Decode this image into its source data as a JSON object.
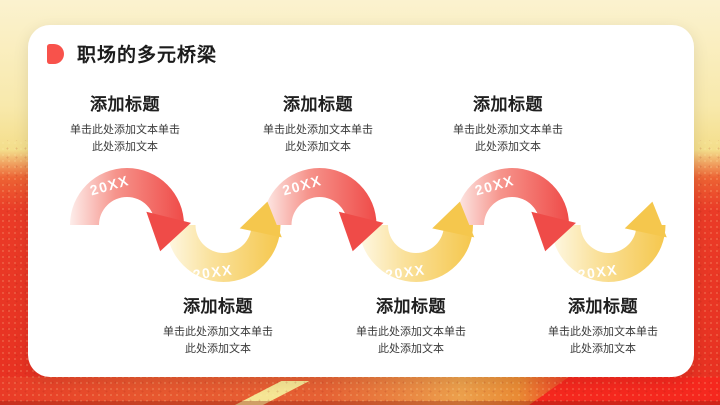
{
  "slide": {
    "title": "职场的多元桥梁"
  },
  "top_items": [
    {
      "title": "添加标题",
      "body": "单击此处添加文本单击此处添加文本"
    },
    {
      "title": "添加标题",
      "body": "单击此处添加文本单击此处添加文本"
    },
    {
      "title": "添加标题",
      "body": "单击此处添加文本单击此处添加文本"
    }
  ],
  "bottom_items": [
    {
      "title": "添加标题",
      "body": "单击此处添加文本单击此处添加文本"
    },
    {
      "title": "添加标题",
      "body": "单击此处添加文本单击此处添加文本"
    },
    {
      "title": "添加标题",
      "body": "单击此处添加文本单击此处添加文本"
    }
  ],
  "wave": {
    "segments": [
      {
        "label": "20XX",
        "color": "red"
      },
      {
        "label": "20XX",
        "color": "yellow"
      },
      {
        "label": "20XX",
        "color": "red"
      },
      {
        "label": "20XX",
        "color": "yellow"
      },
      {
        "label": "20XX",
        "color": "red"
      },
      {
        "label": "20XX",
        "color": "yellow"
      }
    ]
  },
  "colors": {
    "accent_red": "#EF4B48",
    "accent_yellow": "#F5C74D",
    "title_bullet": "#F8524B",
    "bg_top": "#FBF2CF",
    "bg_bottom": "#E73021",
    "road_stripe": "#F5E594"
  }
}
